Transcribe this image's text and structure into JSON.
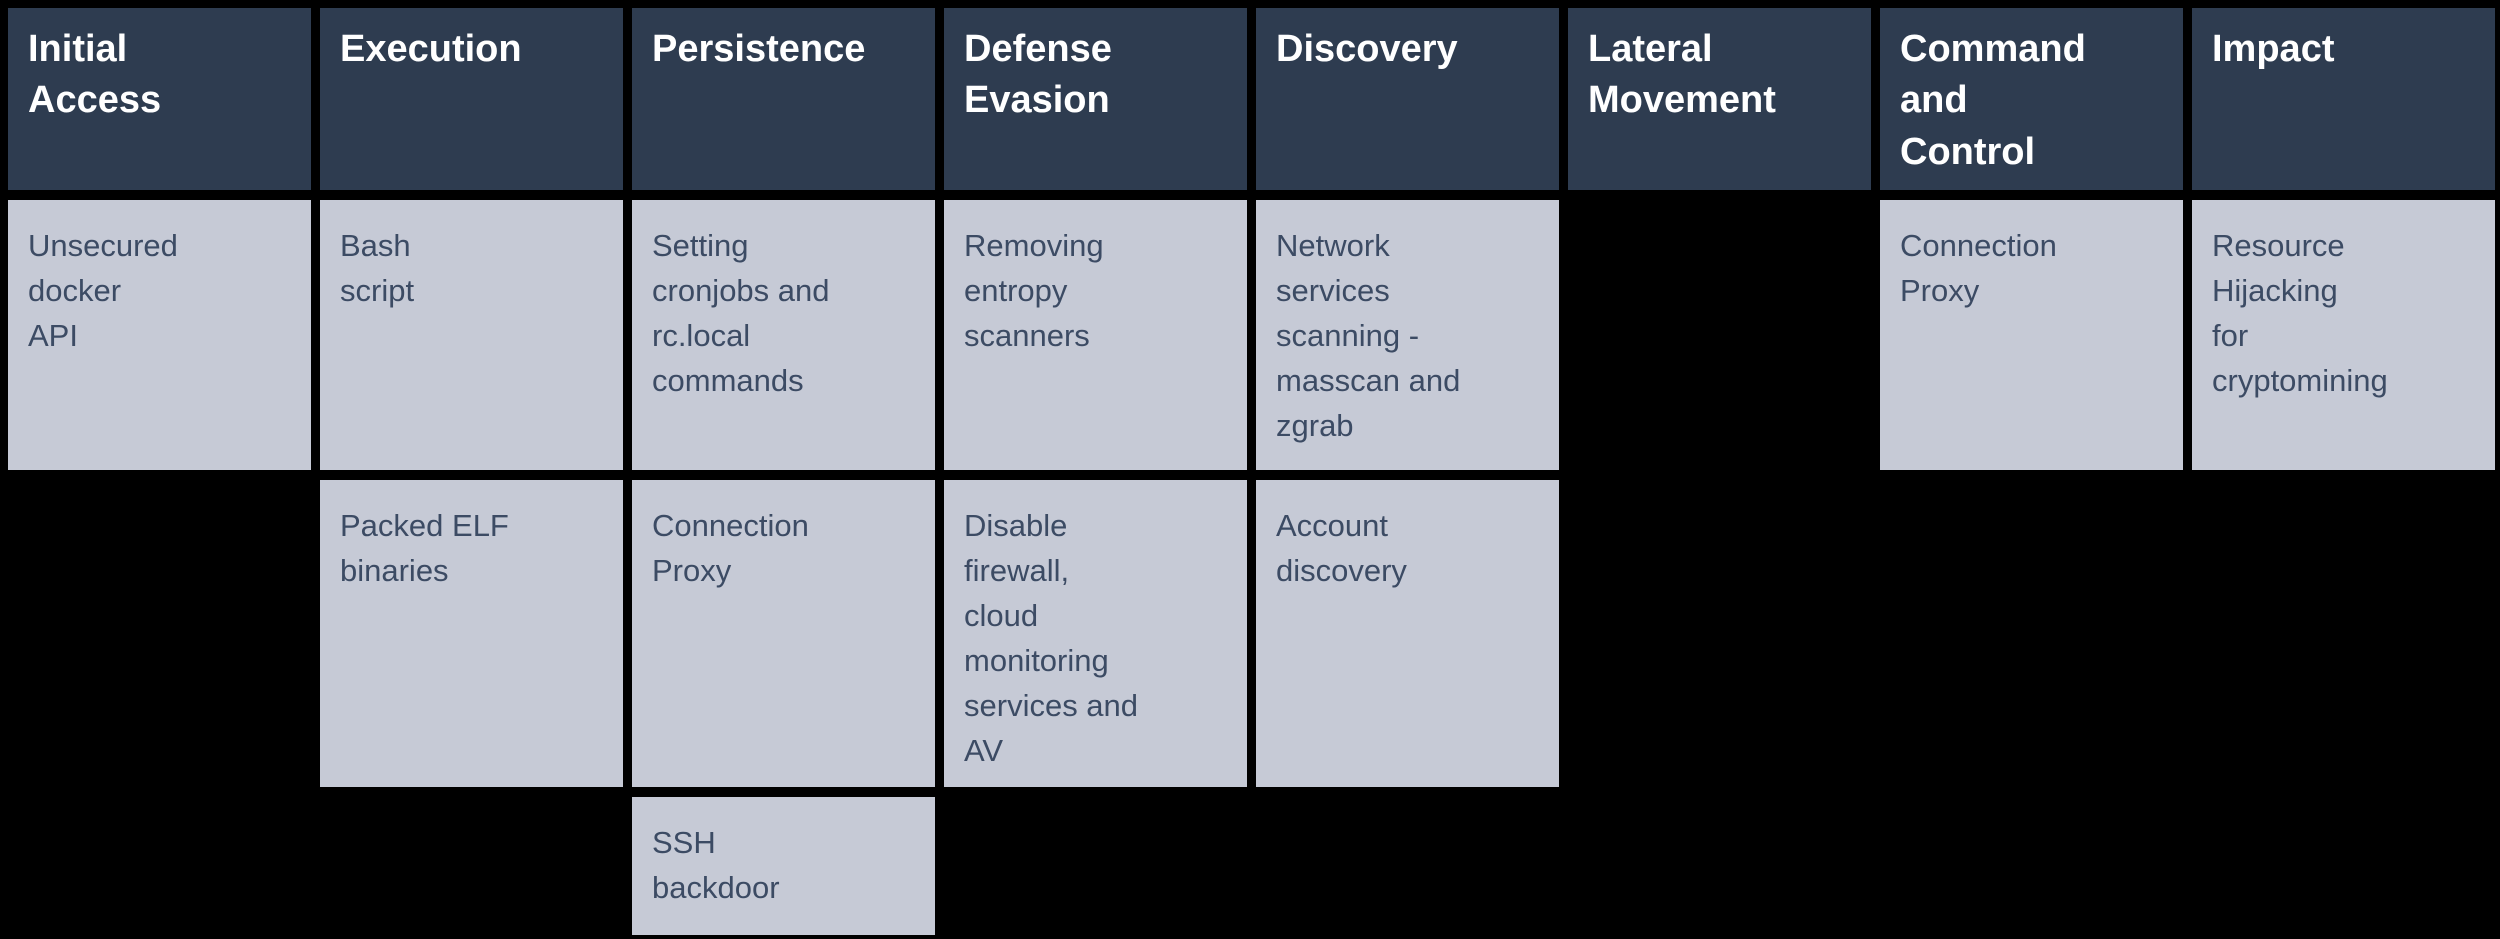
{
  "colors": {
    "background": "#000000",
    "header_bg": "#2e3c50",
    "header_text": "#ffffff",
    "cell_bg": "#c6cad6",
    "cell_text": "#3c4b64"
  },
  "matrix": {
    "columns": [
      {
        "header": "Initial\nAccess",
        "cells": [
          {
            "row": 1,
            "text": "Unsecured\ndocker\nAPI"
          }
        ]
      },
      {
        "header": "Execution",
        "cells": [
          {
            "row": 1,
            "text": "Bash\nscript"
          },
          {
            "row": 2,
            "text": "Packed ELF\nbinaries"
          }
        ]
      },
      {
        "header": "Persistence",
        "cells": [
          {
            "row": 1,
            "text": "Setting\ncronjobs and\nrc.local\ncommands"
          },
          {
            "row": 2,
            "text": "Connection\nProxy"
          },
          {
            "row": 3,
            "text": "SSH\nbackdoor"
          }
        ]
      },
      {
        "header": "Defense\nEvasion",
        "cells": [
          {
            "row": 1,
            "text": "Removing\nentropy\nscanners"
          },
          {
            "row": 2,
            "text": "Disable\nfirewall,\ncloud\nmonitoring\nservices and\nAV"
          }
        ]
      },
      {
        "header": "Discovery",
        "cells": [
          {
            "row": 1,
            "text": "Network\nservices\nscanning -\nmasscan and\nzgrab"
          },
          {
            "row": 2,
            "text": "Account\ndiscovery"
          }
        ]
      },
      {
        "header": "Lateral\nMovement",
        "cells": []
      },
      {
        "header": "Command\nand\nControl",
        "cells": [
          {
            "row": 1,
            "text": "Connection\nProxy"
          }
        ]
      },
      {
        "header": "Impact",
        "cells": [
          {
            "row": 1,
            "text": "Resource\nHijacking\nfor\ncryptomining"
          }
        ]
      }
    ]
  }
}
